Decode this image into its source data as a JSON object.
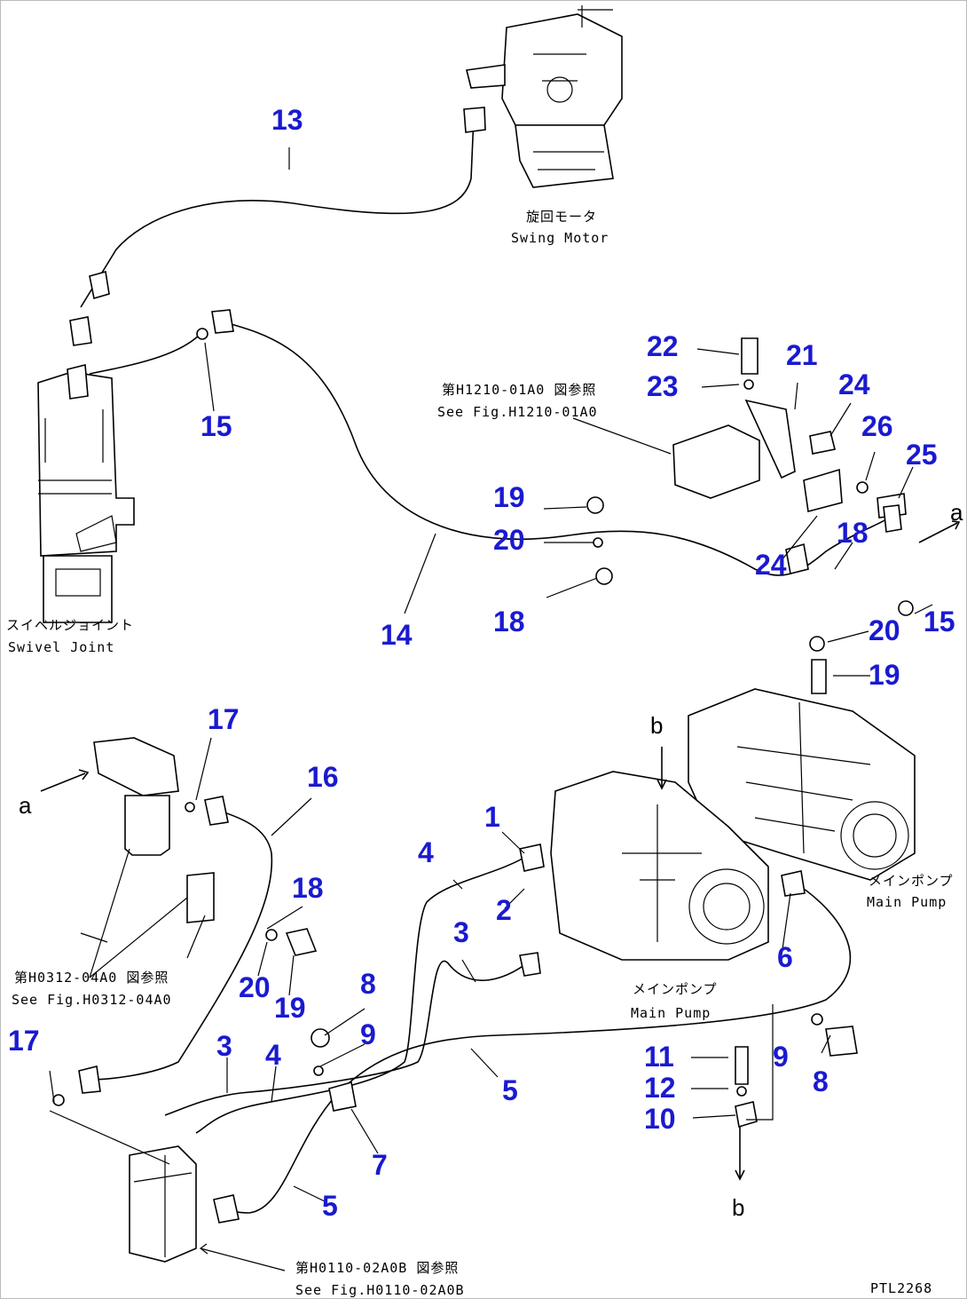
{
  "drawing_code": "PTL2268",
  "callouts": [
    "1",
    "2",
    "3",
    "4",
    "5",
    "6",
    "7",
    "8",
    "9",
    "10",
    "11",
    "12",
    "13",
    "14",
    "15",
    "16",
    "17",
    "18",
    "19",
    "20",
    "21",
    "22",
    "23",
    "24",
    "25",
    "26"
  ],
  "arrow_letters": [
    "a",
    "b"
  ],
  "components": {
    "swing_motor": {
      "jp": "旋回モータ",
      "en": "Swing Motor"
    },
    "swivel_joint": {
      "jp": "スイベルジョイント",
      "en": "Swivel Joint"
    },
    "main_pump_right": {
      "jp": "メインポンプ",
      "en": "Main Pump"
    },
    "main_pump_center": {
      "jp": "メインポンプ",
      "en": "Main Pump"
    }
  },
  "references": {
    "h1210": {
      "jp": "第H1210-01A0 図参照",
      "en": "See Fig.H1210-01A0"
    },
    "h0312": {
      "jp": "第H0312-04A0 図参照",
      "en": "See Fig.H0312-04A0"
    },
    "h0110": {
      "jp": "第H0110-02A0B 図参照",
      "en": "See Fig.H0110-02A0B"
    }
  },
  "colors": {
    "callout": "#1a1ad0",
    "linework": "#000000"
  }
}
